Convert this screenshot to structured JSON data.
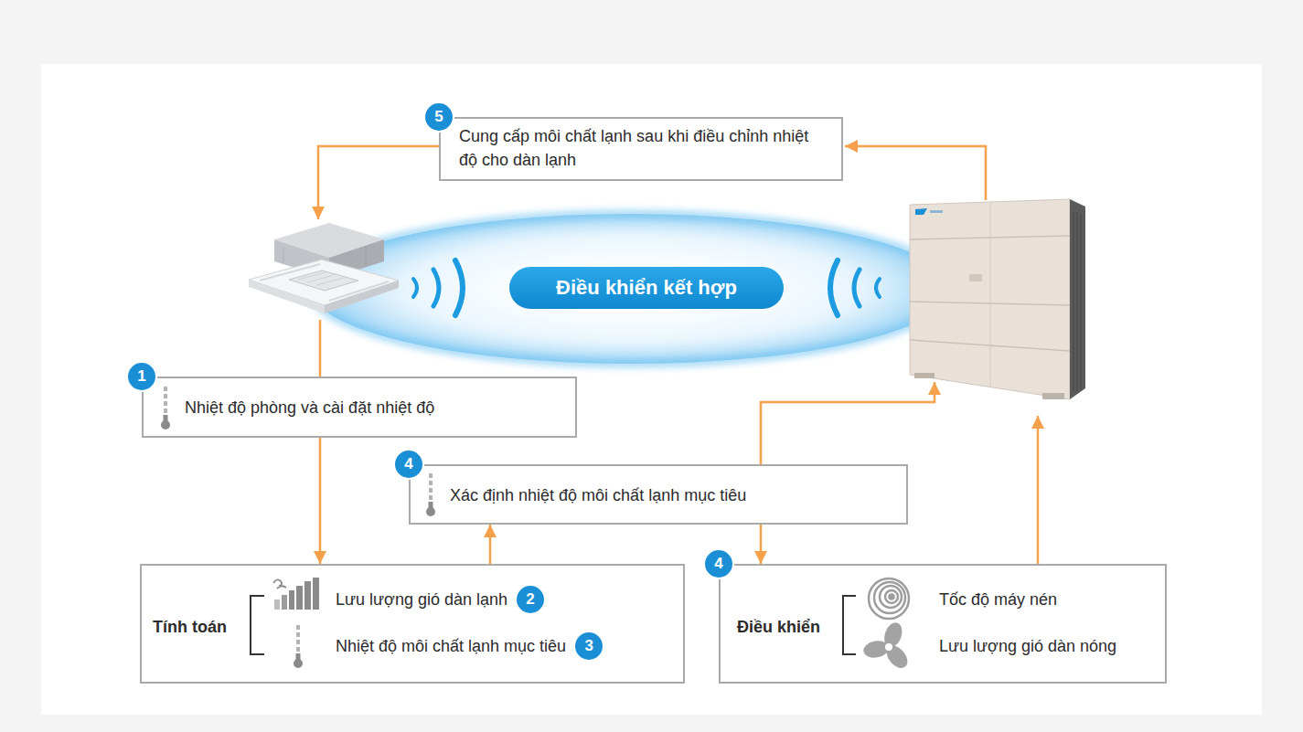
{
  "diagram": {
    "nodes": [
      {
        "text": [
          "Cung cấp môi chất lạnh sau khi điều chỉnh nhiệt độ cho dàn lạnh"
        ]
      },
      {
        "text": [
          "Điều khiển kết hợp"
        ]
      },
      {
        "text": [
          "Nhiệt độ phòng và cài đặt nhiệt độ"
        ]
      },
      {
        "text": [
          "Xác định nhiệt độ môi chất lạnh mục tiêu"
        ]
      },
      {
        "text": [
          "Tính toán",
          "Lưu lượng gió dàn lạnh",
          "Nhiệt độ môi chất lạnh mục tiêu"
        ]
      },
      {
        "text": [
          "Điều khiển",
          "Tốc độ máy nén",
          "Lưu lượng gió dàn nóng"
        ]
      }
    ],
    "edges": [
      {
        "from": 2,
        "to": 4,
        "arrow": "to"
      },
      {
        "from": 4,
        "to": 3,
        "arrow": "to"
      },
      {
        "from": 3,
        "to": 5,
        "arrow": "to"
      }
    ],
    "labels": [
      "5",
      "1",
      "4",
      "2",
      "3",
      "4"
    ]
  }
}
